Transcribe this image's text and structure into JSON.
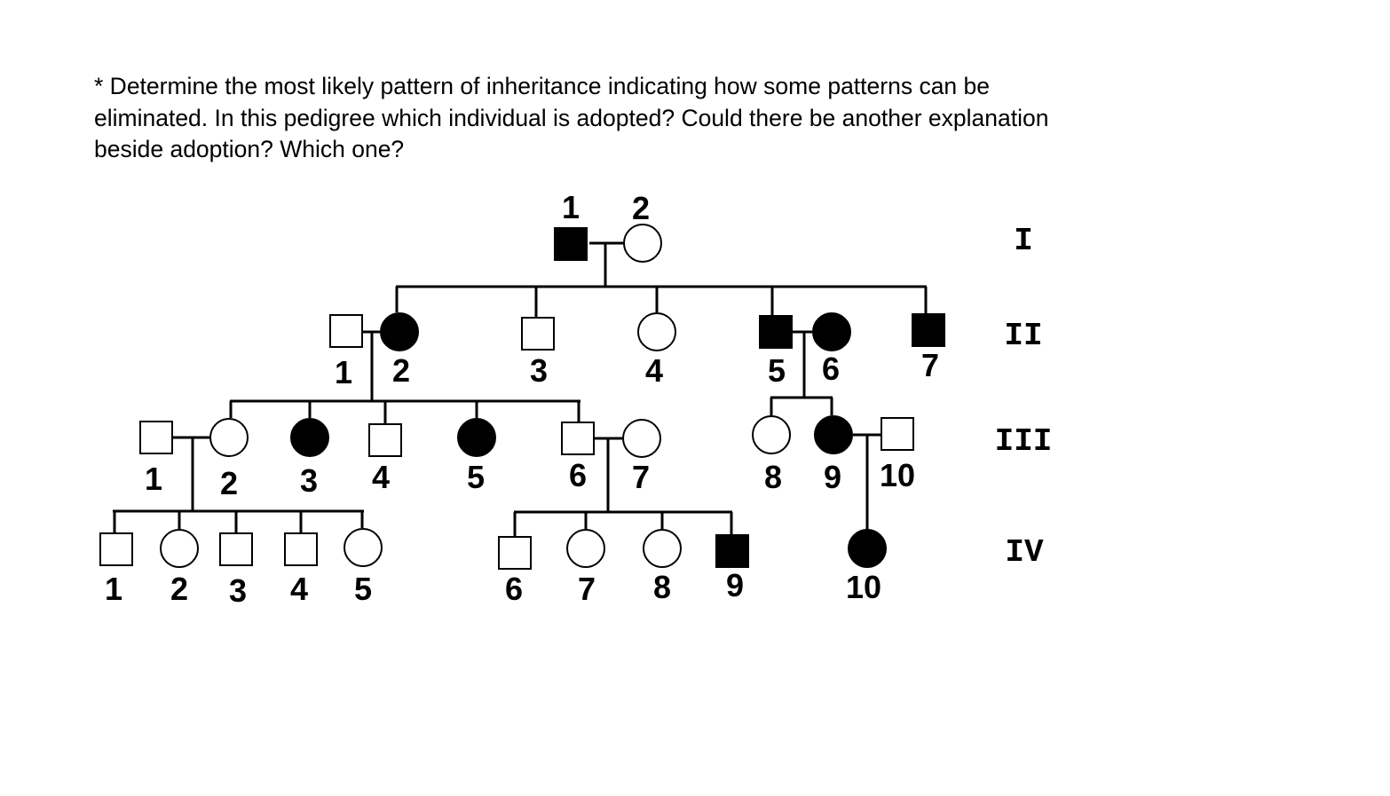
{
  "question": {
    "lines": [
      "* Determine the most likely pattern of inheritance indicating how some patterns can be",
      "eliminated.  In this pedigree which individual is adopted? Could there be another explanation",
      "beside adoption? Which one?"
    ]
  },
  "pedigree": {
    "generations": [
      "I",
      "II",
      "III",
      "IV"
    ],
    "individuals": [
      {
        "id": "I-1",
        "label": "1",
        "sex": "male",
        "affected": true
      },
      {
        "id": "I-2",
        "label": "2",
        "sex": "female",
        "affected": false
      },
      {
        "id": "II-1",
        "label": "1",
        "sex": "male",
        "affected": false
      },
      {
        "id": "II-2",
        "label": "2",
        "sex": "female",
        "affected": true
      },
      {
        "id": "II-3",
        "label": "3",
        "sex": "male",
        "affected": false
      },
      {
        "id": "II-4",
        "label": "4",
        "sex": "female",
        "affected": false
      },
      {
        "id": "II-5",
        "label": "5",
        "sex": "male",
        "affected": true
      },
      {
        "id": "II-6",
        "label": "6",
        "sex": "female",
        "affected": true
      },
      {
        "id": "II-7",
        "label": "7",
        "sex": "male",
        "affected": true
      },
      {
        "id": "III-1",
        "label": "1",
        "sex": "male",
        "affected": false
      },
      {
        "id": "III-2",
        "label": "2",
        "sex": "female",
        "affected": false
      },
      {
        "id": "III-3",
        "label": "3",
        "sex": "female",
        "affected": true
      },
      {
        "id": "III-4",
        "label": "4",
        "sex": "male",
        "affected": false
      },
      {
        "id": "III-5",
        "label": "5",
        "sex": "female",
        "affected": true
      },
      {
        "id": "III-6",
        "label": "6",
        "sex": "male",
        "affected": false
      },
      {
        "id": "III-7",
        "label": "7",
        "sex": "female",
        "affected": false
      },
      {
        "id": "III-8",
        "label": "8",
        "sex": "female",
        "affected": false
      },
      {
        "id": "III-9",
        "label": "9",
        "sex": "female",
        "affected": true
      },
      {
        "id": "III-10",
        "label": "10",
        "sex": "male",
        "affected": false
      },
      {
        "id": "IV-1",
        "label": "1",
        "sex": "male",
        "affected": false
      },
      {
        "id": "IV-2",
        "label": "2",
        "sex": "female",
        "affected": false
      },
      {
        "id": "IV-3",
        "label": "3",
        "sex": "male",
        "affected": false
      },
      {
        "id": "IV-4",
        "label": "4",
        "sex": "male",
        "affected": false
      },
      {
        "id": "IV-5",
        "label": "5",
        "sex": "female",
        "affected": false
      },
      {
        "id": "IV-6",
        "label": "6",
        "sex": "male",
        "affected": false
      },
      {
        "id": "IV-7",
        "label": "7",
        "sex": "female",
        "affected": false
      },
      {
        "id": "IV-8",
        "label": "8",
        "sex": "female",
        "affected": false
      },
      {
        "id": "IV-9",
        "label": "9",
        "sex": "male",
        "affected": true
      },
      {
        "id": "IV-10",
        "label": "10",
        "sex": "female",
        "affected": true
      }
    ]
  }
}
